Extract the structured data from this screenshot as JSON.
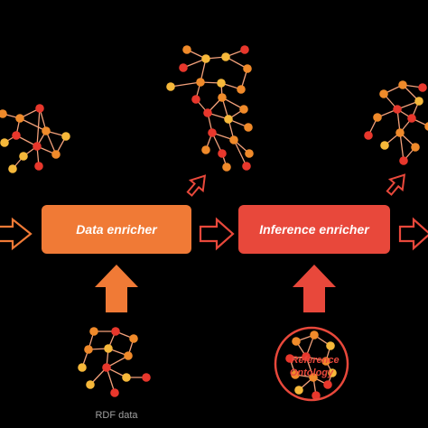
{
  "boxes": {
    "data_enricher": {
      "label": "Data enricher"
    },
    "inference_enricher": {
      "label": "Inference enricher"
    }
  },
  "captions": {
    "rdf_data": "RDF data"
  },
  "ontology": {
    "line1": "Reference",
    "line2": "Ontology"
  },
  "colors": {
    "background": "#000000",
    "data_enricher_fill": "#f07a36",
    "inference_enricher_fill": "#e8483b",
    "node_red": "#e8372c",
    "node_orange": "#f08a2a",
    "node_yellow": "#f6b83a",
    "edge": "#f2a07a",
    "outline_arrow": "#e8483b"
  }
}
